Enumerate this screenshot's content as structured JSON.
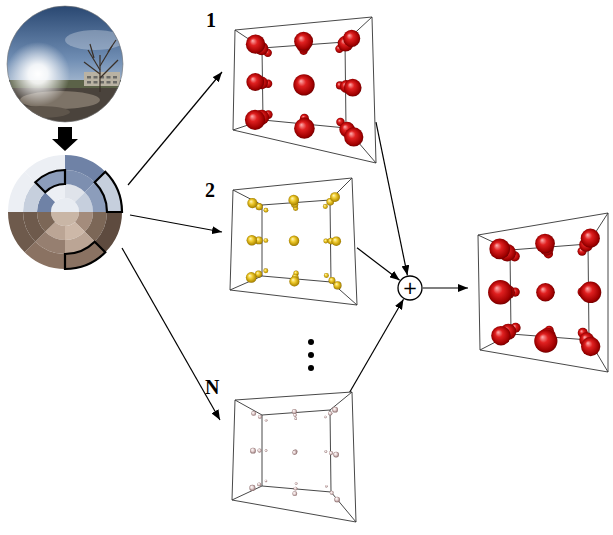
{
  "diagram": {
    "nodes": [
      {
        "text": [
          "1"
        ]
      },
      {
        "text": [
          "2"
        ]
      },
      {
        "text": [
          "N"
        ]
      },
      {
        "text": [
          "+"
        ]
      }
    ],
    "edges": [
      {
        "from": 0,
        "to": 3,
        "arrow": "to"
      },
      {
        "from": 1,
        "to": 3,
        "arrow": "to"
      },
      {
        "from": 2,
        "to": 3,
        "arrow": "to"
      }
    ]
  }
}
